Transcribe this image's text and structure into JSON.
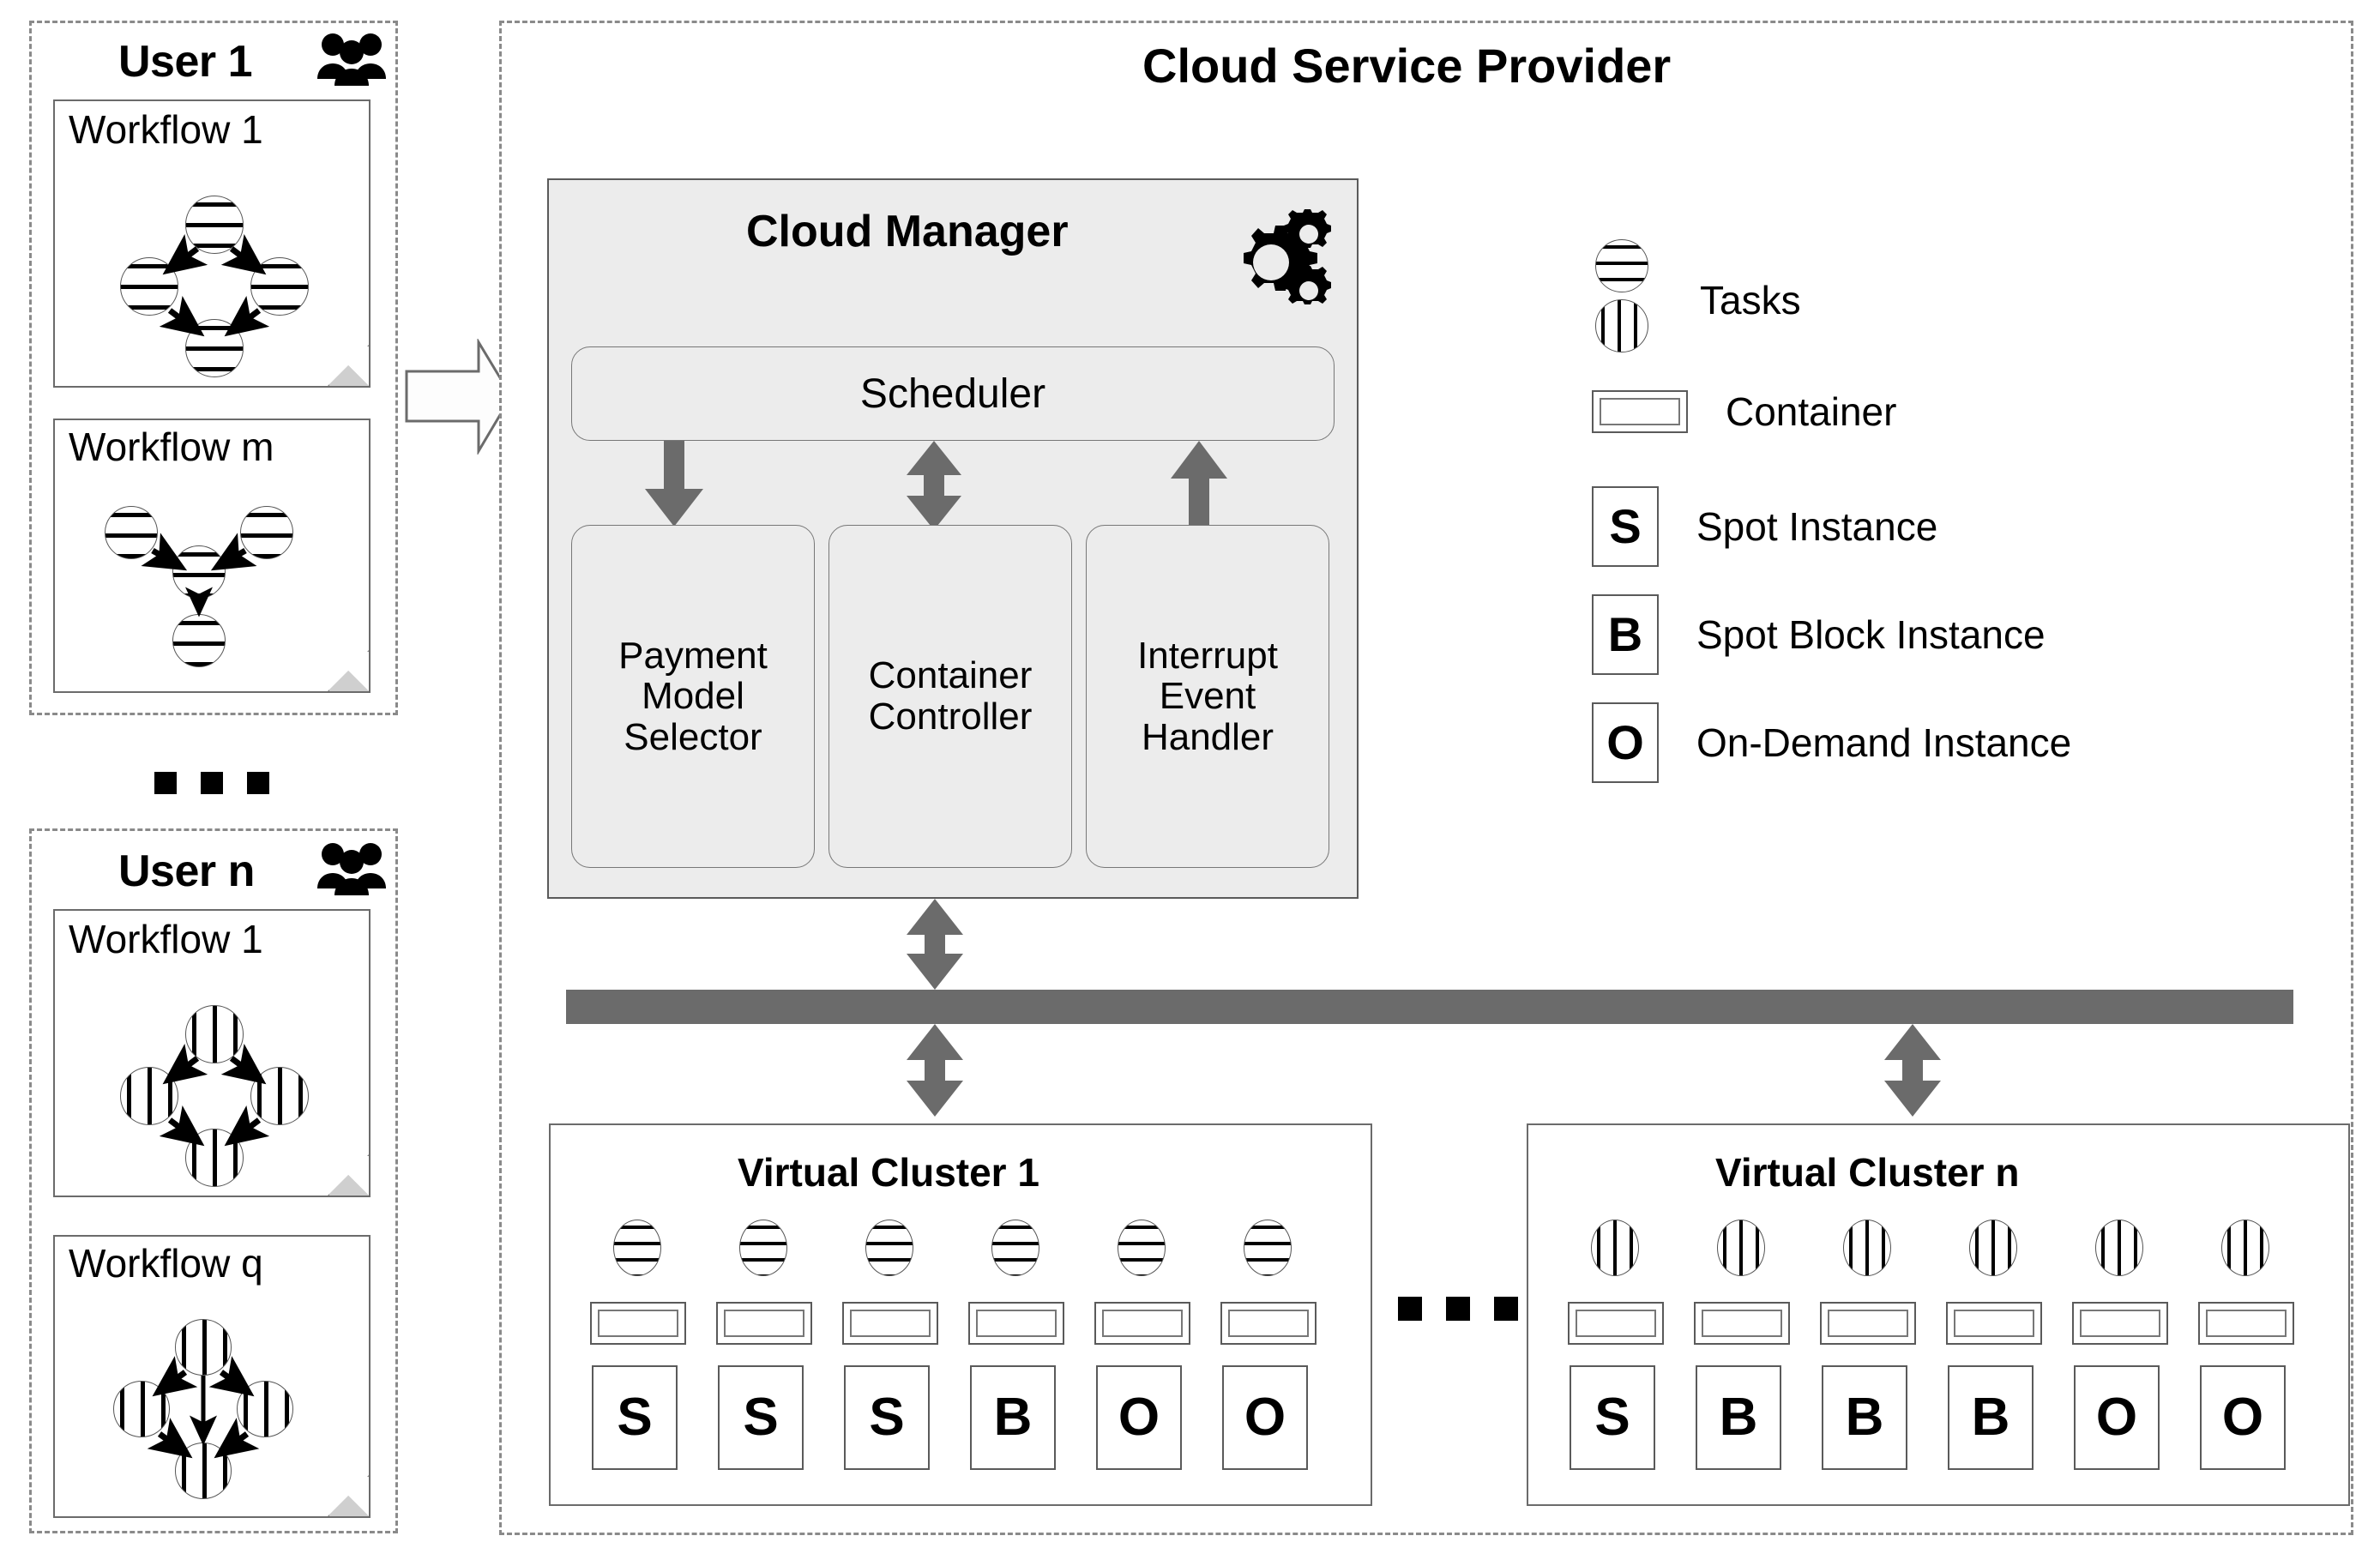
{
  "title": "Cloud Service Provider",
  "users": [
    {
      "id": "user-1",
      "label": "User 1",
      "icon": "people-icon",
      "task_pattern": "horizontal-stripes",
      "workflows": [
        {
          "label": "Workflow 1",
          "graph": "diamond-4",
          "nodes": 4,
          "edges": 4
        },
        {
          "label": "Workflow m",
          "graph": "join-fork-4",
          "nodes": 4,
          "edges": 3
        }
      ]
    },
    {
      "id": "user-n",
      "label": "User n",
      "icon": "people-icon",
      "task_pattern": "vertical-stripes",
      "workflows": [
        {
          "label": "Workflow 1",
          "graph": "diamond-4",
          "nodes": 4,
          "edges": 4
        },
        {
          "label": "Workflow q",
          "graph": "diamond-5edge",
          "nodes": 4,
          "edges": 5
        }
      ]
    }
  ],
  "users_ellipsis": "...",
  "clusters_ellipsis": "...",
  "flow_arrow": "right-arrow-icon",
  "cloud_manager": {
    "title": "Cloud Manager",
    "icon": "gears-icon",
    "scheduler": "Scheduler",
    "components": [
      {
        "label": "Payment\nModel\nSelector",
        "lines": [
          "Payment",
          "Model",
          "Selector"
        ],
        "arrow": "down"
      },
      {
        "label": "Container\nController",
        "lines": [
          "Container",
          "Controller"
        ],
        "arrow": "up-down"
      },
      {
        "label": "Interrupt\nEvent\nHandler",
        "lines": [
          "Interrupt",
          "Event",
          "Handler"
        ],
        "arrow": "up"
      }
    ]
  },
  "bus": {
    "name": "network-bus",
    "color": "#6b6b6b"
  },
  "clusters": [
    {
      "title": "Virtual Cluster 1",
      "task_pattern": "horizontal-stripes",
      "task_count": 6,
      "container_count": 6,
      "instances": [
        "S",
        "S",
        "S",
        "B",
        "O",
        "O"
      ]
    },
    {
      "title": "Virtual Cluster n",
      "task_pattern": "vertical-stripes",
      "task_count": 6,
      "container_count": 6,
      "instances": [
        "S",
        "B",
        "B",
        "B",
        "O",
        "O"
      ]
    }
  ],
  "legend": [
    {
      "icon": "tasks-icon",
      "label": "Tasks"
    },
    {
      "icon": "container-icon",
      "label": "Container"
    },
    {
      "icon": "instance-box-S",
      "glyph": "S",
      "label": "Spot Instance"
    },
    {
      "icon": "instance-box-B",
      "glyph": "B",
      "label": "Spot Block Instance"
    },
    {
      "icon": "instance-box-O",
      "glyph": "O",
      "label": "On-Demand Instance"
    }
  ],
  "colors": {
    "panel_fill": "#ececec",
    "bus": "#6b6b6b",
    "arrow_gray": "#6b6b6b",
    "border": "#5a5a5a",
    "dashed_border": "#8a8a8a"
  }
}
